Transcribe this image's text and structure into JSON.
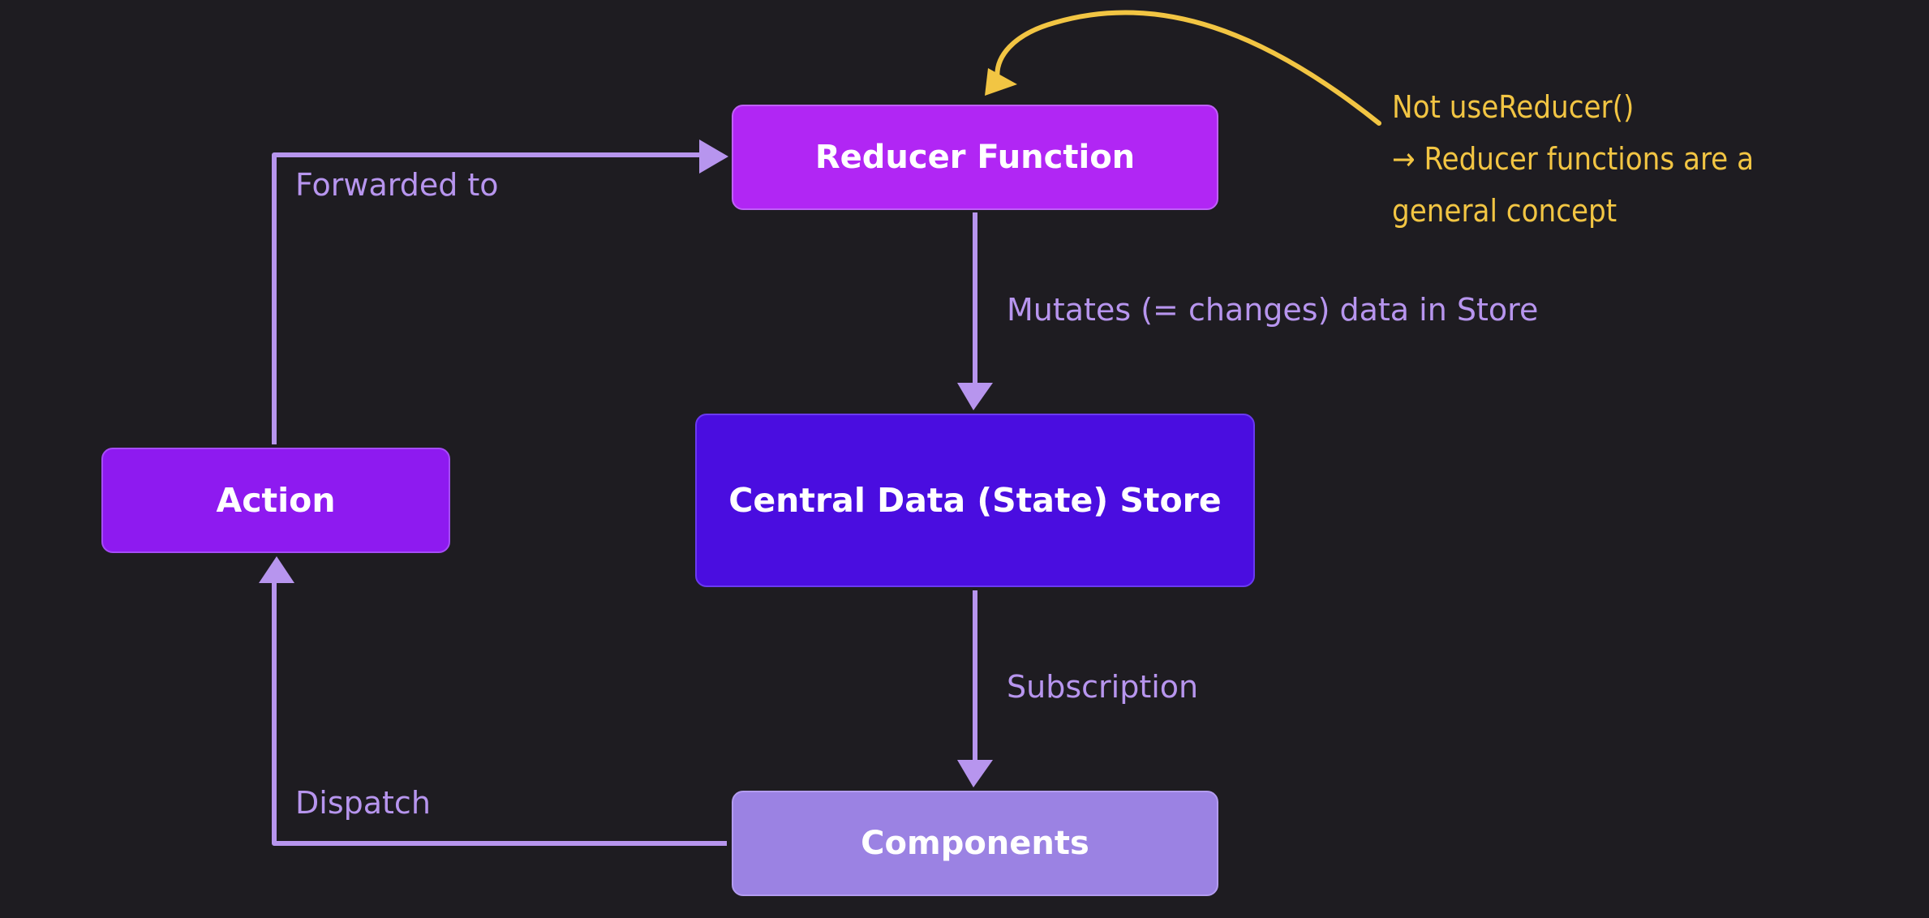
{
  "nodes": {
    "reducer": "Reducer Function",
    "store": "Central Data (State) Store",
    "action": "Action",
    "components": "Components"
  },
  "edge_labels": {
    "forwarded": "Forwarded to",
    "mutates": "Mutates (= changes) data in Store",
    "subscription": "Subscription",
    "dispatch": "Dispatch"
  },
  "note": {
    "line1": "Not useReducer()",
    "line2": "→ Reducer functions are a",
    "line3": "general concept"
  },
  "colors": {
    "background": "#1e1c21",
    "reducer": "#b126f4",
    "store": "#4a0de0",
    "action": "#8e1af0",
    "components": "#9b82e3",
    "arrow": "#b795ee",
    "note": "#f2c543"
  }
}
